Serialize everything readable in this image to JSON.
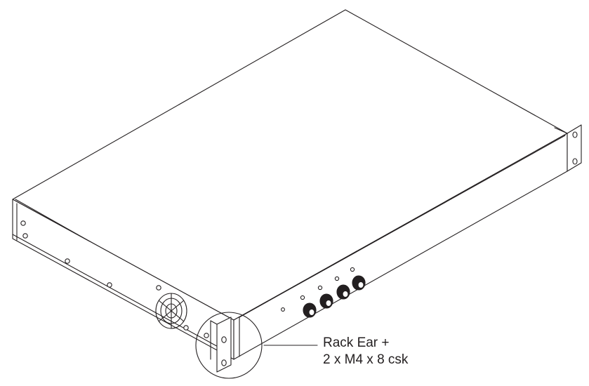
{
  "callout": {
    "line1": "Rack Ear +",
    "line2": "2 x M4 x 8 csk"
  },
  "colors": {
    "stroke": "#231f20",
    "background": "#ffffff"
  },
  "parts": {
    "knob_count": 4,
    "indicator_led_count": 4,
    "fan_icon": "fan-grille-icon"
  }
}
